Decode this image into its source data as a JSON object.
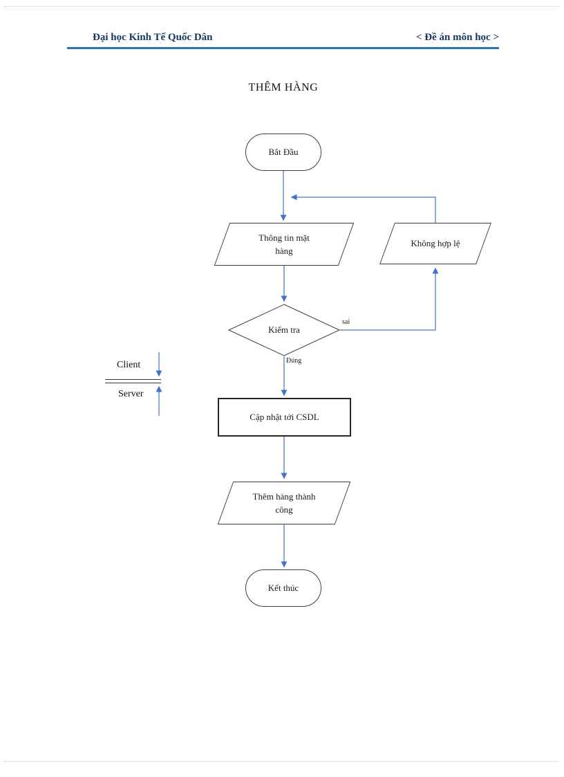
{
  "header": {
    "left": "Đại học Kinh Tế Quốc Dân",
    "right": "< Đề án môn học >"
  },
  "title": "THÊM HÀNG",
  "flow": {
    "start": "Bắt Đầu",
    "input_line1": "Thông tin mặt",
    "input_line2": "hàng",
    "invalid": "Không hợp lệ",
    "decision": "Kiểm tra",
    "label_sai": "sai",
    "label_dung": "Đúng",
    "process": "Cập nhật tới CSDL",
    "output_line1": "Thêm hàng thành",
    "output_line2": "công",
    "end": "Kết thúc",
    "client": "Client",
    "server": "Server"
  },
  "colors": {
    "accent": "#2E74B5",
    "connector": "#4472C4",
    "header_text": "#17375E"
  }
}
